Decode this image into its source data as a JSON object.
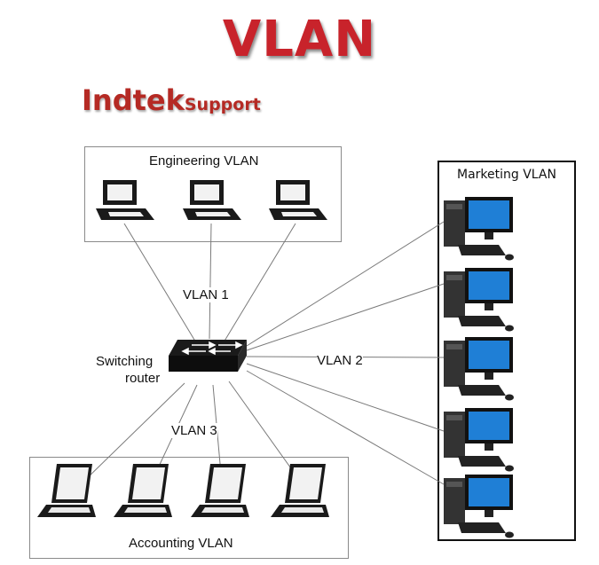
{
  "title": "VLAN",
  "brand": {
    "main": "Indtek",
    "sub": "Support"
  },
  "groups": {
    "engineering": "Engineering VLAN",
    "accounting": "Accounting VLAN",
    "marketing": "Marketing VLAN"
  },
  "links": {
    "vlan1": "VLAN 1",
    "vlan2": "VLAN 2",
    "vlan3": "VLAN 3"
  },
  "router": {
    "line1": "Switching",
    "line2": "router"
  },
  "colors": {
    "title": "#c8232b",
    "brand": "#b52a24",
    "monitor_screen": "#1f7fd6"
  },
  "icons": {
    "router": "switch-router-icon",
    "engineering": "desktop-computer-icon",
    "accounting": "laptop-icon",
    "marketing": "workstation-icon"
  }
}
